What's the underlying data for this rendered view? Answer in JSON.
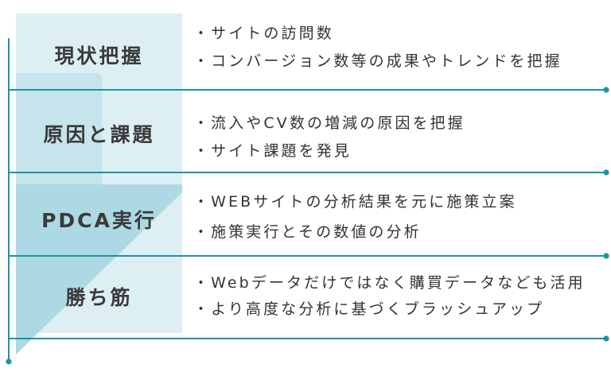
{
  "colors": {
    "line": "#1E93A6",
    "block_light": "#DDEFF3",
    "block_mid": "#C6E4EB",
    "block_dark": "#ACD9E3",
    "label_text": "#3a3a3a",
    "bullet_text": "#333333"
  },
  "stages": [
    {
      "label": "現状把握",
      "bullets": [
        "・サイトの訪問数",
        "・コンバージョン数等の成果やトレンドを把握"
      ]
    },
    {
      "label": "原因と課題",
      "bullets": [
        "・流入やCV数の増減の原因を把握",
        "・サイト課題を発見"
      ]
    },
    {
      "label": "PDCA実行",
      "bullets": [
        "・WEBサイトの分析結果を元に施策立案",
        "・施策実行とその数値の分析"
      ]
    },
    {
      "label": "勝ち筋",
      "bullets": [
        "・Webデータだけではなく購買データなども活用",
        "・より高度な分析に基づくブラッシュアップ"
      ]
    }
  ]
}
